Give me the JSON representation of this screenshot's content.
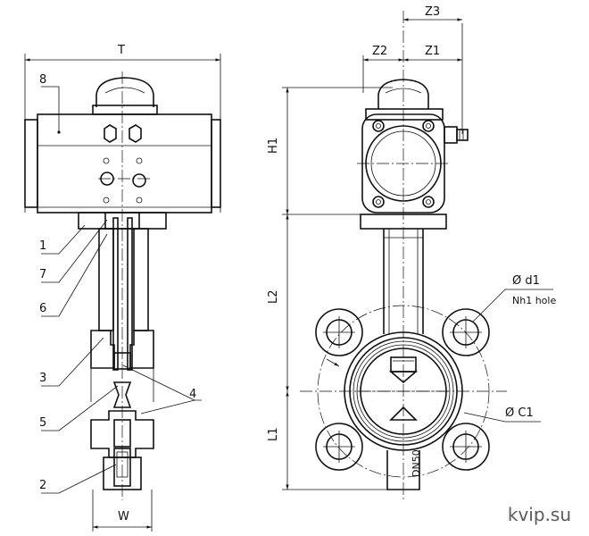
{
  "left_view": {
    "dim_top": "T",
    "dim_bottom": "W",
    "part_numbers": [
      "8",
      "1",
      "7",
      "6",
      "3",
      "5",
      "4",
      "2"
    ]
  },
  "right_view": {
    "dim_z3": "Z3",
    "dim_z2": "Z2",
    "dim_z1": "Z1",
    "dim_h1": "H1",
    "dim_l2": "L2",
    "dim_l1": "L1",
    "hole_dia": "Ø d1",
    "hole_count": "Nh1 hole",
    "bolt_circle": "Ø C1",
    "body_mark": "DN50"
  },
  "watermark": "kvip.su"
}
